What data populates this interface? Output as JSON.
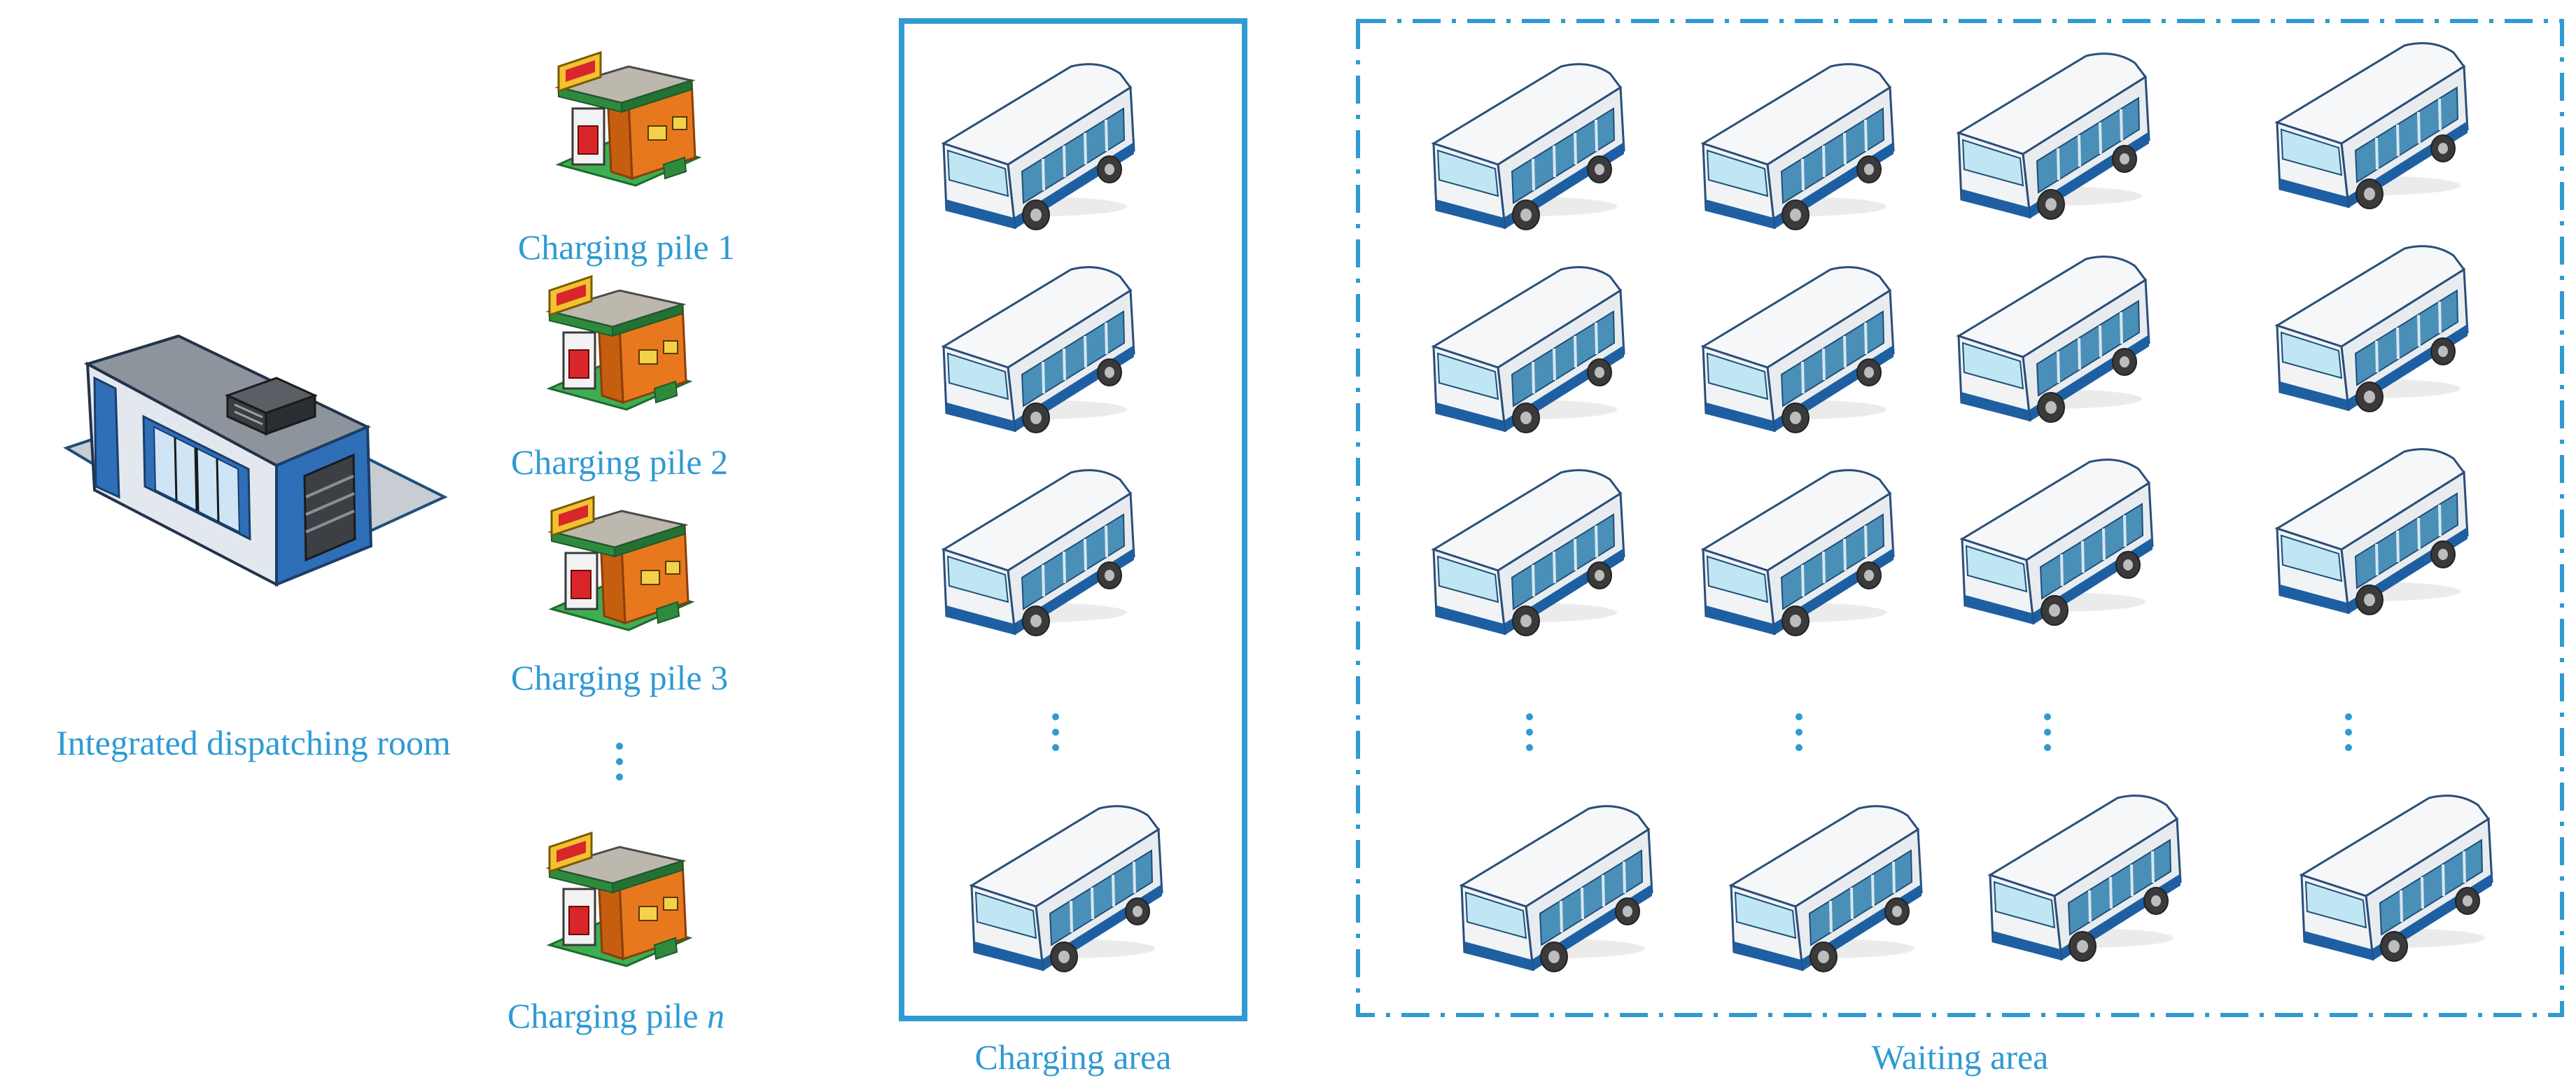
{
  "labels": {
    "dispatching_room": "Integrated dispatching room",
    "charging_area": "Charging area",
    "waiting_area": "Waiting area",
    "pile_prefix": "Charging pile",
    "piles": [
      "1",
      "2",
      "3",
      "n"
    ]
  },
  "icons": {
    "building": "dispatching-building-icon",
    "pile": "charging-station-icon",
    "bus": "electric-bus-icon"
  },
  "colors": {
    "accent": "#2F9AD3",
    "bus_body": "#EEF1F4",
    "bus_window": "#4A8FB8",
    "bus_stripe": "#1E5FA3",
    "building_blue": "#2E6FB8",
    "station_orange": "#E8781E",
    "station_green": "#2E8B3E",
    "station_red": "#D8262B"
  }
}
